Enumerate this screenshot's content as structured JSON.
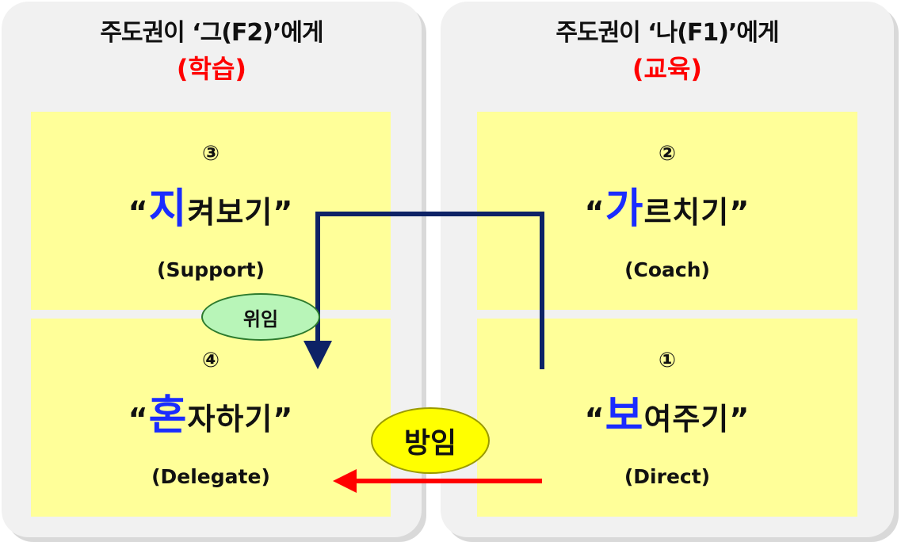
{
  "panels": {
    "left": {
      "title": "주도권이 ‘그(F2)’에게",
      "subtitle": "(학습)",
      "top_box": {
        "num": "③",
        "quote_open": "“",
        "hl": "지",
        "rest": "켜보기",
        "quote_close": "”",
        "english": "(Support)"
      },
      "bottom_box": {
        "num": "④",
        "quote_open": "“",
        "hl": "혼",
        "rest": "자하기",
        "quote_close": "”",
        "english": "(Delegate)"
      }
    },
    "right": {
      "title": "주도권이 ‘나(F1)’에게",
      "subtitle": "(교육)",
      "top_box": {
        "num": "②",
        "quote_open": "“",
        "hl": "가",
        "rest": "르치기",
        "quote_close": "”",
        "english": "(Coach)"
      },
      "bottom_box": {
        "num": "①",
        "quote_open": "“",
        "hl": "보",
        "rest": "여주기",
        "quote_close": "”",
        "english": "(Direct)"
      }
    }
  },
  "labels": {
    "delegate_pill": "위임",
    "neglect_pill": "방임"
  },
  "colors": {
    "highlight_letter": "#1a2cff",
    "subtitle": "#ff0000",
    "box_fill": "#ffff99",
    "navy_arrow": "#0d2266",
    "red_arrow": "#ff0000"
  }
}
